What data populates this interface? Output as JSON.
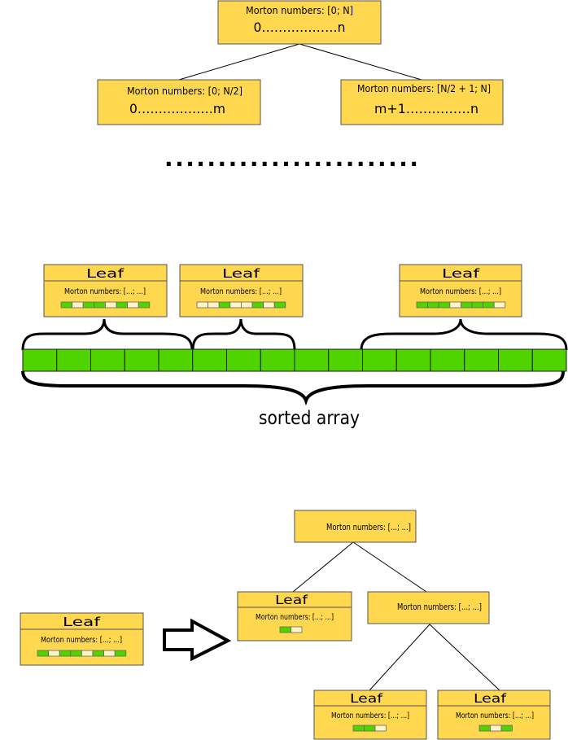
{
  "colors": {
    "node_fill": "#ffd84f",
    "node_stroke": "#555555",
    "green": "#4fd400",
    "light": "#fff4c8",
    "line": "#000000"
  },
  "top_tree": {
    "root": {
      "line1": "Morton numbers: [0; N]",
      "line2": "0………………n"
    },
    "left": {
      "line1": "Morton numbers: [0; N/2]",
      "line2": "0………………m"
    },
    "right": {
      "line1": "Morton numbers: [N/2 + 1; N]",
      "line2": "m+1……………n"
    },
    "ellipsis": "........................"
  },
  "leaves_row": [
    {
      "title": "Leaf",
      "label": "Morton numbers: [...; ...]",
      "cells": [
        "g",
        "l",
        "g",
        "g",
        "l",
        "g",
        "l",
        "g"
      ]
    },
    {
      "title": "Leaf",
      "label": "Morton numbers: [...; ...]",
      "cells": [
        "l",
        "l",
        "g",
        "l",
        "l",
        "g",
        "l",
        "g"
      ]
    },
    {
      "title": "Leaf",
      "label": "Morton numbers: [...; ...]",
      "cells": [
        "g",
        "g",
        "g",
        "l",
        "g",
        "g",
        "g",
        "l"
      ]
    }
  ],
  "sorted_array": {
    "label": "sorted array",
    "cell_count": 16
  },
  "bottom": {
    "leaf_left": {
      "title": "Leaf",
      "label": "Morton numbers: [...; ...]",
      "cells": [
        "g",
        "l",
        "g",
        "g",
        "l",
        "g",
        "l",
        "g"
      ]
    },
    "root": {
      "label": "Morton numbers: [...; ...]"
    },
    "leaf_mid": {
      "title": "Leaf",
      "label": "Morton numbers: [...; ...]",
      "cells": [
        "g",
        "l"
      ]
    },
    "internal": {
      "label": "Morton numbers: [...; ...]"
    },
    "leaf_bl": {
      "title": "Leaf",
      "label": "Morton numbers: [...; ...]",
      "cells": [
        "g",
        "g",
        "l"
      ]
    },
    "leaf_br": {
      "title": "Leaf",
      "label": "Morton numbers: [...; ...]",
      "cells": [
        "g",
        "l",
        "g"
      ]
    }
  }
}
